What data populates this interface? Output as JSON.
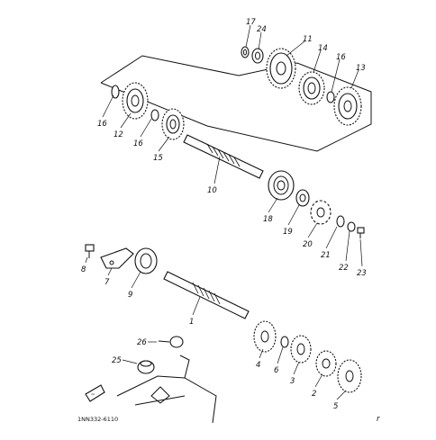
{
  "diagram": {
    "callouts": {
      "p1": "1",
      "p2": "2",
      "p3": "3",
      "p4": "4",
      "p5": "5",
      "p6": "6",
      "p7": "7",
      "p8": "8",
      "p9": "9",
      "p10": "10",
      "p11": "11",
      "p12": "12",
      "p13": "13",
      "p14": "14",
      "p15": "15",
      "p16a": "16",
      "p16b": "16",
      "p16c": "16",
      "p17": "17",
      "p18": "18",
      "p19": "19",
      "p20": "20",
      "p21": "21",
      "p22": "22",
      "p23": "23",
      "p24": "24",
      "p25": "25",
      "p26": "26"
    },
    "drawing_code": "1NN332-6110",
    "corner_mark": "r"
  }
}
